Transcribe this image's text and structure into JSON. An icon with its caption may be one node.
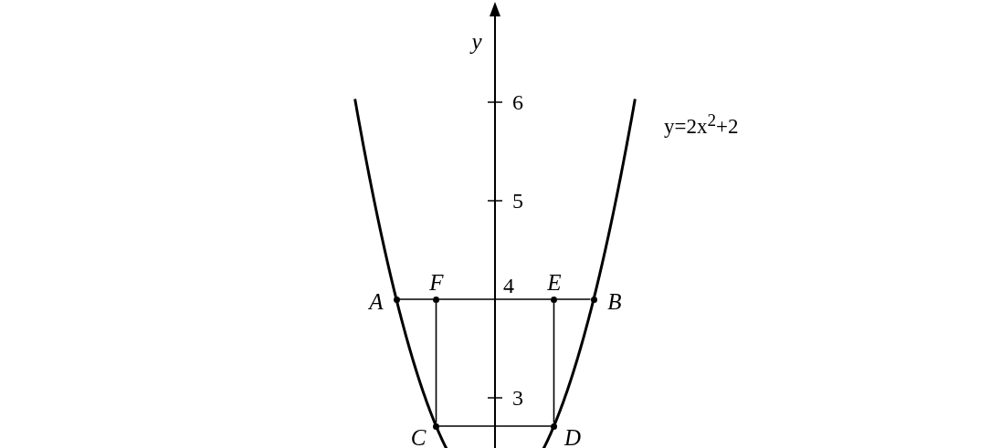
{
  "diagram": {
    "nodes": [
      {
        "text": [],
        "shape": "dot",
        "beside": [
          "A"
        ]
      },
      {
        "text": [],
        "shape": "dot",
        "beside": [
          "F"
        ]
      },
      {
        "text": [],
        "shape": "dot",
        "beside": [
          "E"
        ]
      },
      {
        "text": [],
        "shape": "dot",
        "beside": [
          "B"
        ]
      },
      {
        "text": [],
        "shape": "dot",
        "beside": [
          "C"
        ]
      },
      {
        "text": [],
        "shape": "dot",
        "beside": [
          "D"
        ]
      }
    ],
    "edges": [
      {
        "from": 0,
        "to": 1,
        "arrow": "none"
      },
      {
        "from": 1,
        "to": 2,
        "arrow": "none"
      },
      {
        "from": 2,
        "to": 3,
        "arrow": "none"
      },
      {
        "from": 1,
        "to": 4,
        "arrow": "none"
      },
      {
        "from": 4,
        "to": 5,
        "arrow": "none"
      },
      {
        "from": 2,
        "to": 5,
        "arrow": "none"
      }
    ],
    "labels": [
      "y",
      "6",
      "y=2x$^{2}$+2",
      "5",
      "4",
      "3"
    ]
  }
}
